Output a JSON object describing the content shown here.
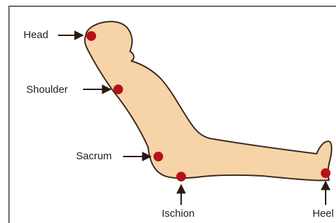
{
  "labels": {
    "head": "Head",
    "shoulder": "Shoulder",
    "sacrum": "Sacrum",
    "ischion": "Ischion",
    "heel": "Heel"
  },
  "colors": {
    "body_fill": "#f7d3a8",
    "body_outline": "#3a2a1e",
    "pressure_point": "#b5121b",
    "arrow": "#2b1a12",
    "label_text": "#1f1f1f",
    "frame": "#6b6b6b"
  }
}
